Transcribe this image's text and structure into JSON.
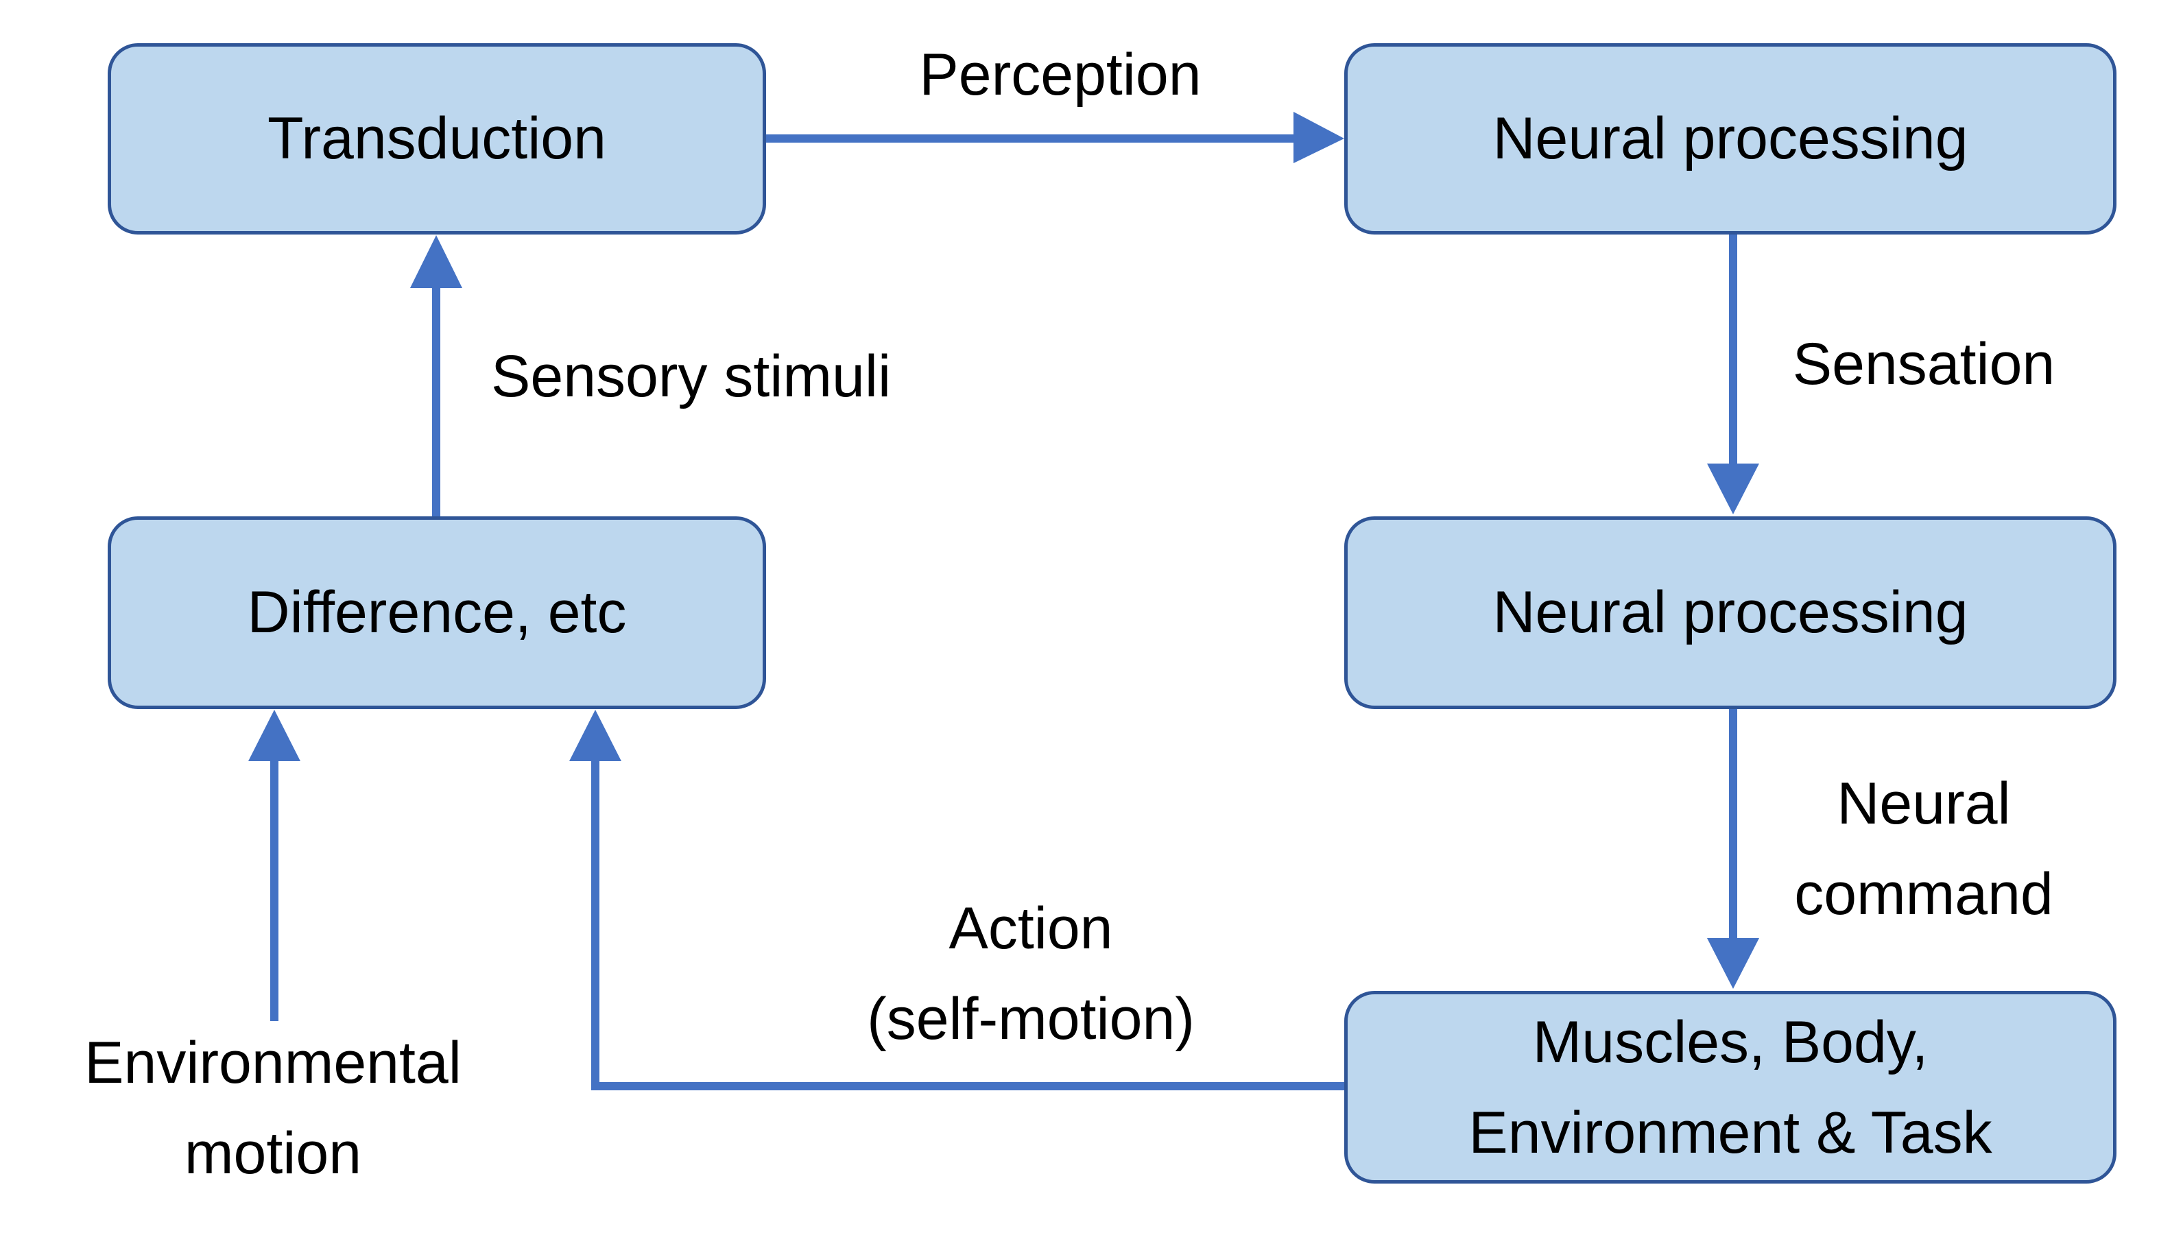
{
  "boxes": {
    "transduction": "Transduction",
    "neural_processing_1": "Neural processing",
    "difference": "Difference, etc",
    "neural_processing_2": "Neural processing",
    "muscles_line1": "Muscles, Body,",
    "muscles_line2": "Environment & Task"
  },
  "labels": {
    "perception": "Perception",
    "sensory_stimuli": "Sensory stimuli",
    "sensation": "Sensation",
    "neural_command_line1": "Neural",
    "neural_command_line2": "command",
    "action_line1": "Action",
    "action_line2": "(self-motion)",
    "environmental_line1": "Environmental",
    "environmental_line2": "motion"
  },
  "colors": {
    "box_fill": "#BDD7EE",
    "box_border": "#2F5597",
    "arrow": "#4472C4"
  }
}
